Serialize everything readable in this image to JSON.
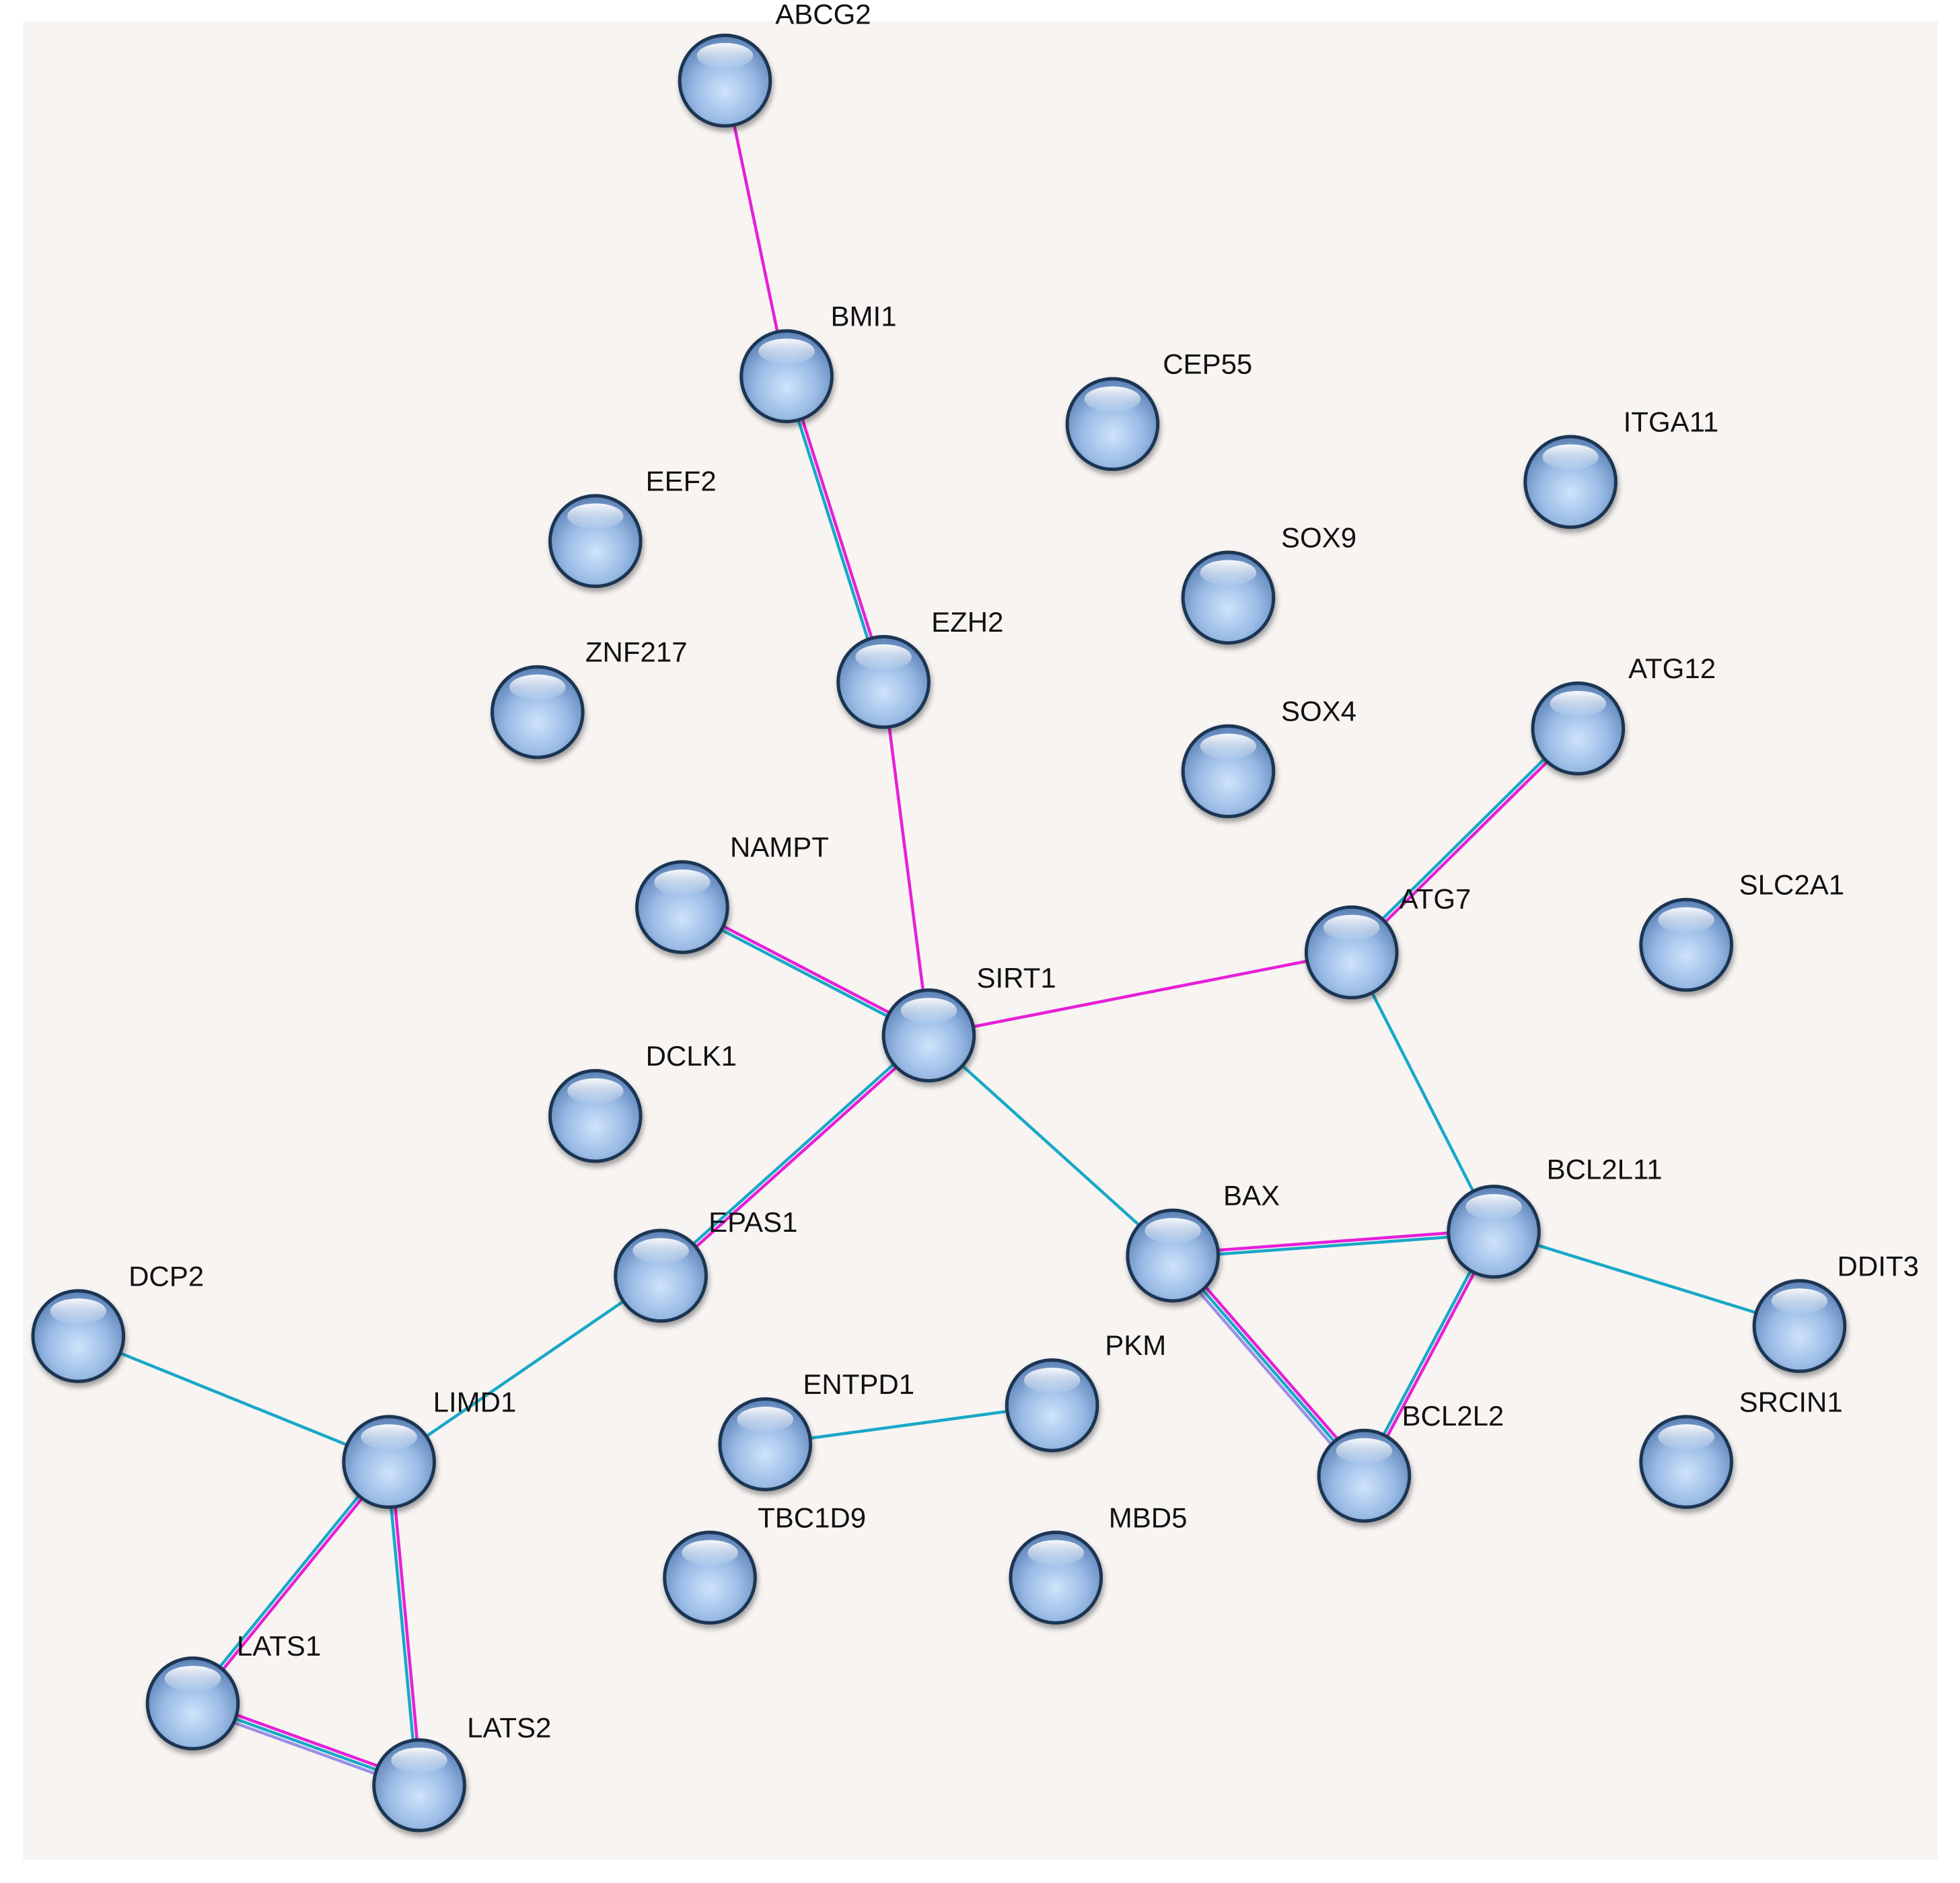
{
  "colors": {
    "background": "#f7f4f2",
    "node_fill": "#9bbce6",
    "node_outline": "#1f3552",
    "edge_magenta": "#e61fd8",
    "edge_cyan": "#19a8c8",
    "edge_lavender": "#9a8fe6"
  },
  "nodes": [
    {
      "id": "ABCG2",
      "label": "ABCG2"
    },
    {
      "id": "BMI1",
      "label": "BMI1"
    },
    {
      "id": "CEP55",
      "label": "CEP55"
    },
    {
      "id": "ITGA11",
      "label": "ITGA11"
    },
    {
      "id": "EEF2",
      "label": "EEF2"
    },
    {
      "id": "SOX9",
      "label": "SOX9"
    },
    {
      "id": "EZH2",
      "label": "EZH2"
    },
    {
      "id": "ZNF217",
      "label": "ZNF217"
    },
    {
      "id": "SOX4",
      "label": "SOX4"
    },
    {
      "id": "ATG12",
      "label": "ATG12"
    },
    {
      "id": "NAMPT",
      "label": "NAMPT"
    },
    {
      "id": "ATG7",
      "label": "ATG7"
    },
    {
      "id": "SLC2A1",
      "label": "SLC2A1"
    },
    {
      "id": "SIRT1",
      "label": "SIRT1"
    },
    {
      "id": "DCLK1",
      "label": "DCLK1"
    },
    {
      "id": "BCL2L11",
      "label": "BCL2L11"
    },
    {
      "id": "BAX",
      "label": "BAX"
    },
    {
      "id": "EPAS1",
      "label": "EPAS1"
    },
    {
      "id": "DDIT3",
      "label": "DDIT3"
    },
    {
      "id": "DCP2",
      "label": "DCP2"
    },
    {
      "id": "PKM",
      "label": "PKM"
    },
    {
      "id": "ENTPD1",
      "label": "ENTPD1"
    },
    {
      "id": "LIMD1",
      "label": "LIMD1"
    },
    {
      "id": "BCL2L2",
      "label": "BCL2L2"
    },
    {
      "id": "SRCIN1",
      "label": "SRCIN1"
    },
    {
      "id": "TBC1D9",
      "label": "TBC1D9"
    },
    {
      "id": "MBD5",
      "label": "MBD5"
    },
    {
      "id": "LATS1",
      "label": "LATS1"
    },
    {
      "id": "LATS2",
      "label": "LATS2"
    }
  ],
  "edges": [
    {
      "source": "ABCG2",
      "target": "BMI1",
      "evidence": [
        "magenta"
      ]
    },
    {
      "source": "BMI1",
      "target": "EZH2",
      "evidence": [
        "magenta",
        "cyan"
      ]
    },
    {
      "source": "EZH2",
      "target": "SIRT1",
      "evidence": [
        "magenta"
      ]
    },
    {
      "source": "NAMPT",
      "target": "SIRT1",
      "evidence": [
        "magenta",
        "cyan"
      ]
    },
    {
      "source": "SIRT1",
      "target": "ATG7",
      "evidence": [
        "magenta"
      ]
    },
    {
      "source": "ATG12",
      "target": "ATG7",
      "evidence": [
        "magenta",
        "cyan"
      ]
    },
    {
      "source": "SIRT1",
      "target": "EPAS1",
      "evidence": [
        "magenta",
        "cyan"
      ]
    },
    {
      "source": "SIRT1",
      "target": "BAX",
      "evidence": [
        "cyan"
      ]
    },
    {
      "source": "ATG7",
      "target": "BCL2L11",
      "evidence": [
        "cyan"
      ]
    },
    {
      "source": "BAX",
      "target": "BCL2L11",
      "evidence": [
        "magenta",
        "cyan"
      ]
    },
    {
      "source": "BCL2L11",
      "target": "DDIT3",
      "evidence": [
        "cyan"
      ]
    },
    {
      "source": "BCL2L11",
      "target": "BCL2L2",
      "evidence": [
        "magenta",
        "cyan"
      ]
    },
    {
      "source": "BAX",
      "target": "BCL2L2",
      "evidence": [
        "magenta",
        "cyan",
        "lavender"
      ]
    },
    {
      "source": "EPAS1",
      "target": "LIMD1",
      "evidence": [
        "cyan"
      ]
    },
    {
      "source": "DCP2",
      "target": "LIMD1",
      "evidence": [
        "cyan"
      ]
    },
    {
      "source": "LIMD1",
      "target": "LATS1",
      "evidence": [
        "magenta",
        "cyan"
      ]
    },
    {
      "source": "LIMD1",
      "target": "LATS2",
      "evidence": [
        "magenta",
        "cyan"
      ]
    },
    {
      "source": "LATS1",
      "target": "LATS2",
      "evidence": [
        "magenta",
        "cyan",
        "lavender"
      ]
    },
    {
      "source": "ENTPD1",
      "target": "PKM",
      "evidence": [
        "cyan"
      ]
    }
  ]
}
